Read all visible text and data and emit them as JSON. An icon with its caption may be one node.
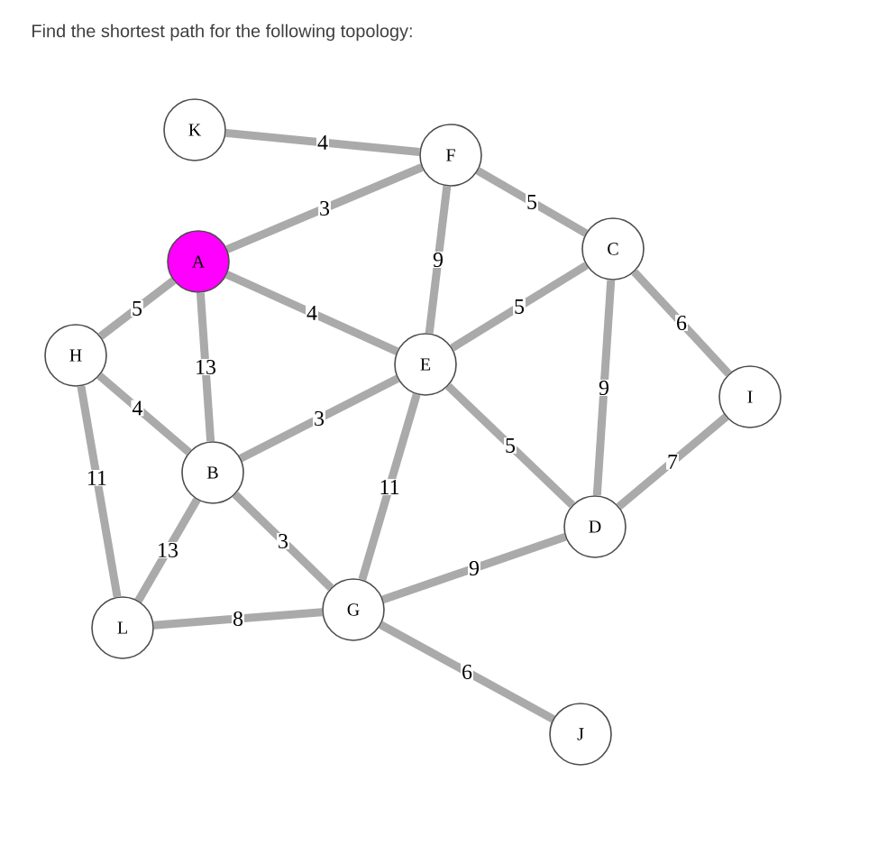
{
  "diagram": {
    "title": "Find the shortest path for the following topology:",
    "nodes": [
      {
        "text": [
          "K"
        ]
      },
      {
        "text": [
          "F"
        ]
      },
      {
        "text": [
          "A"
        ]
      },
      {
        "text": [
          "C"
        ]
      },
      {
        "text": [
          "H"
        ]
      },
      {
        "text": [
          "E"
        ]
      },
      {
        "text": [
          "I"
        ]
      },
      {
        "text": [
          "B"
        ]
      },
      {
        "text": [
          "D"
        ]
      },
      {
        "text": [
          "L"
        ]
      },
      {
        "text": [
          "G"
        ]
      },
      {
        "text": [
          "J"
        ]
      }
    ],
    "edges": [
      {
        "from": 0,
        "to": 1,
        "arrow": "none",
        "label": "4"
      },
      {
        "from": 2,
        "to": 1,
        "arrow": "none",
        "label": "3"
      },
      {
        "from": 1,
        "to": 5,
        "arrow": "none",
        "label": "9"
      },
      {
        "from": 1,
        "to": 3,
        "arrow": "none",
        "label": "5"
      },
      {
        "from": 2,
        "to": 5,
        "arrow": "none",
        "label": "4"
      },
      {
        "from": 2,
        "to": 4,
        "arrow": "none",
        "label": "5"
      },
      {
        "from": 2,
        "to": 7,
        "arrow": "none",
        "label": "13"
      },
      {
        "from": 4,
        "to": 7,
        "arrow": "none",
        "label": "4"
      },
      {
        "from": 4,
        "to": 9,
        "arrow": "none",
        "label": "11"
      },
      {
        "from": 5,
        "to": 3,
        "arrow": "none",
        "label": "5"
      },
      {
        "from": 7,
        "to": 5,
        "arrow": "none",
        "label": "3"
      },
      {
        "from": 5,
        "to": 10,
        "arrow": "none",
        "label": "11"
      },
      {
        "from": 5,
        "to": 8,
        "arrow": "none",
        "label": "5"
      },
      {
        "from": 3,
        "to": 8,
        "arrow": "none",
        "label": "9"
      },
      {
        "from": 3,
        "to": 6,
        "arrow": "none",
        "label": "6"
      },
      {
        "from": 8,
        "to": 6,
        "arrow": "none",
        "label": "7"
      },
      {
        "from": 7,
        "to": 9,
        "arrow": "none",
        "label": "13"
      },
      {
        "from": 7,
        "to": 10,
        "arrow": "none",
        "label": "3"
      },
      {
        "from": 9,
        "to": 10,
        "arrow": "none",
        "label": "8"
      },
      {
        "from": 10,
        "to": 8,
        "arrow": "none",
        "label": "9"
      },
      {
        "from": 10,
        "to": 11,
        "arrow": "none",
        "label": "6"
      }
    ]
  }
}
